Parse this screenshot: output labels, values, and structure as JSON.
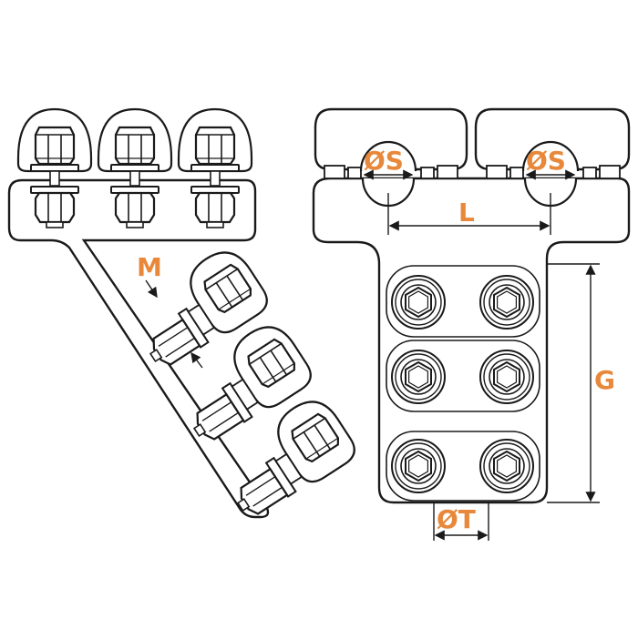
{
  "diagram": {
    "colors": {
      "outline": "#1a1a1a",
      "dimension_label": "#e8883a",
      "background": "#ffffff"
    },
    "labels": {
      "bolt_size": "M",
      "conductor_diameter_left": "ØS",
      "conductor_diameter_right": "ØS",
      "conductor_spacing": "L",
      "pad_length": "G",
      "tap_diameter": "ØT"
    },
    "views": {
      "side_view": {
        "conductor_bolts": 3,
        "pad_bolts": 3
      },
      "front_view": {
        "conductor_bolts": 2,
        "pad_bolt_rows": 3,
        "pad_bolt_columns": 2
      }
    }
  }
}
